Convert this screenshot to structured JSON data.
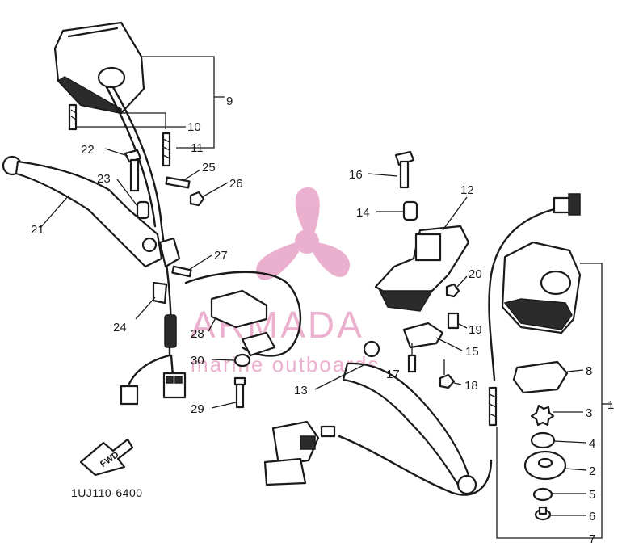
{
  "diagram": {
    "code": "1UJ110-6400",
    "fwd_label": "FWD",
    "callouts": [
      "1",
      "2",
      "3",
      "4",
      "5",
      "6",
      "7",
      "8",
      "9",
      "10",
      "11",
      "12",
      "13",
      "14",
      "15",
      "16",
      "17",
      "18",
      "19",
      "20",
      "21",
      "22",
      "23",
      "24",
      "25",
      "26",
      "27",
      "28",
      "29",
      "30"
    ]
  },
  "watermark": {
    "title": "ARMADA",
    "subtitle": "marine outboards",
    "color": "#e9a3c7"
  }
}
